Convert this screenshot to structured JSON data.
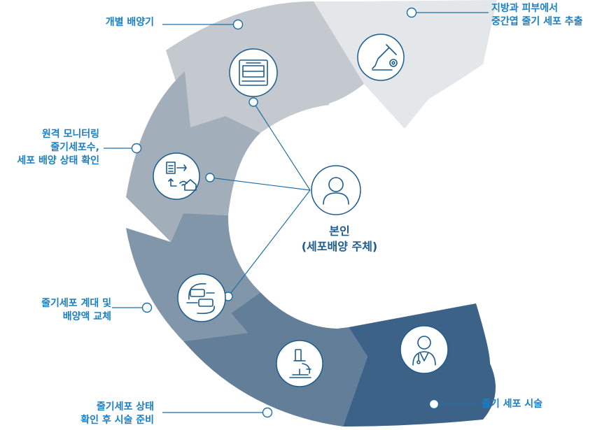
{
  "center": {
    "title": "본인",
    "subtitle": "(세포배양 주체)",
    "icon": "person-icon"
  },
  "steps": [
    {
      "id": "extraction",
      "lines": [
        "지방과 피부에서",
        "중간엽 줄기 세포 추출"
      ],
      "icon": "pipette-cell-icon",
      "color": "#e4e7e9"
    },
    {
      "id": "culture",
      "lines": [
        "개별 배양기"
      ],
      "icon": "incubator-icon",
      "color": "#c3c9cf"
    },
    {
      "id": "monitoring",
      "lines": [
        "원격 모니터링",
        "줄기세포수,",
        "세포 배양 상태 확인"
      ],
      "icon": "remote-monitor-icon",
      "color": "#a2aeba"
    },
    {
      "id": "passage",
      "lines": [
        "줄기세포 계대 및",
        "배양액 교체"
      ],
      "icon": "exchange-icon",
      "color": "#8296a9"
    },
    {
      "id": "preparation",
      "lines": [
        "줄기세포 상태",
        "확인 후 시술 준비"
      ],
      "icon": "microscope-icon",
      "color": "#627e98"
    },
    {
      "id": "procedure",
      "lines": [
        "줄기 세포 시술"
      ],
      "icon": "doctor-icon",
      "color": "#3c6287"
    }
  ],
  "colors": {
    "label": "#1b7fc4",
    "line": "#1e6fa8",
    "icon_stroke": "#1e5c8c"
  }
}
